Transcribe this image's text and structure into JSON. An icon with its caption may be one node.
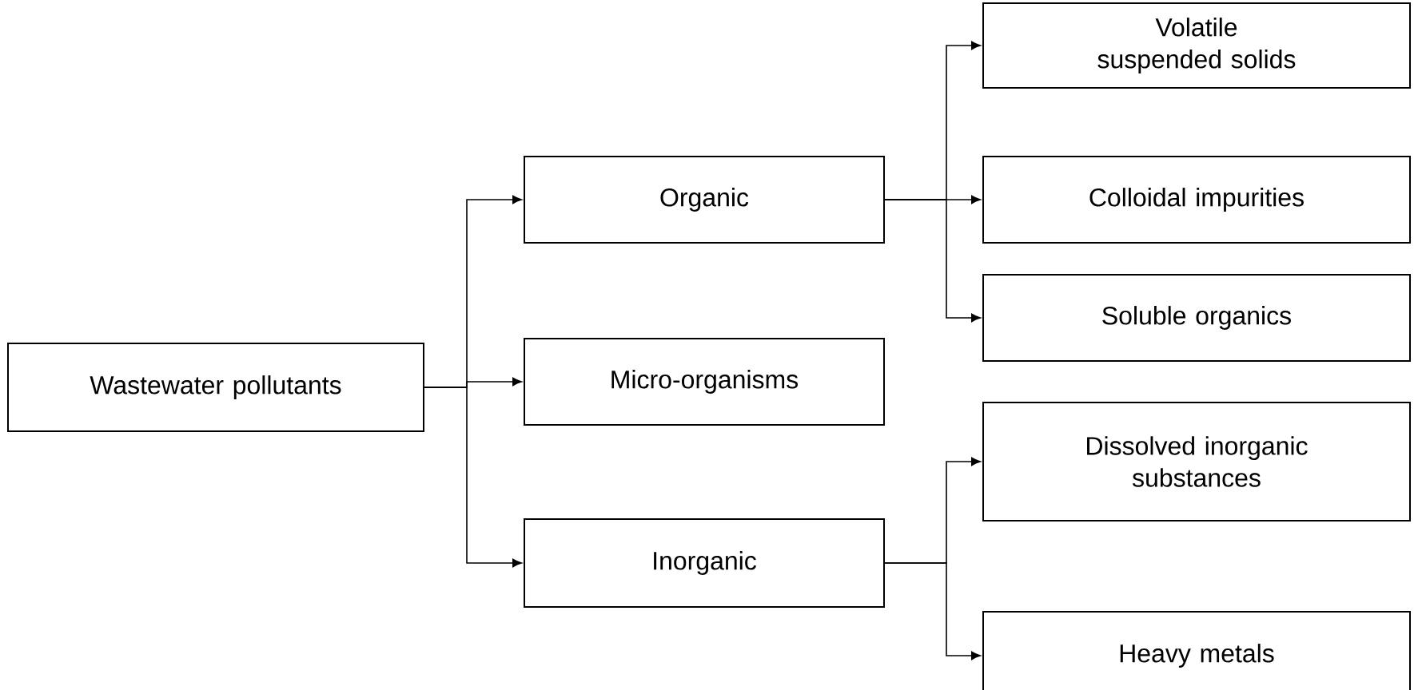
{
  "diagram": {
    "nodes": [
      {
        "text": [
          "Wastewater pollutants"
        ]
      },
      {
        "text": [
          "Organic"
        ]
      },
      {
        "text": [
          "Micro-organisms"
        ]
      },
      {
        "text": [
          "Inorganic"
        ]
      },
      {
        "text": [
          "Volatile suspended solids"
        ]
      },
      {
        "text": [
          "Colloidal impurities"
        ]
      },
      {
        "text": [
          "Soluble organics"
        ]
      },
      {
        "text": [
          "Dissolved inorganic substances"
        ]
      },
      {
        "text": [
          "Heavy metals"
        ]
      }
    ],
    "edges": [
      {
        "from": 0,
        "to": 1,
        "arrow": "to"
      },
      {
        "from": 0,
        "to": 2,
        "arrow": "to"
      },
      {
        "from": 0,
        "to": 3,
        "arrow": "to"
      },
      {
        "from": 1,
        "to": 4,
        "arrow": "to"
      },
      {
        "from": 1,
        "to": 5,
        "arrow": "to"
      },
      {
        "from": 1,
        "to": 6,
        "arrow": "to"
      },
      {
        "from": 3,
        "to": 7,
        "arrow": "to"
      },
      {
        "from": 3,
        "to": 8,
        "arrow": "to"
      }
    ]
  }
}
